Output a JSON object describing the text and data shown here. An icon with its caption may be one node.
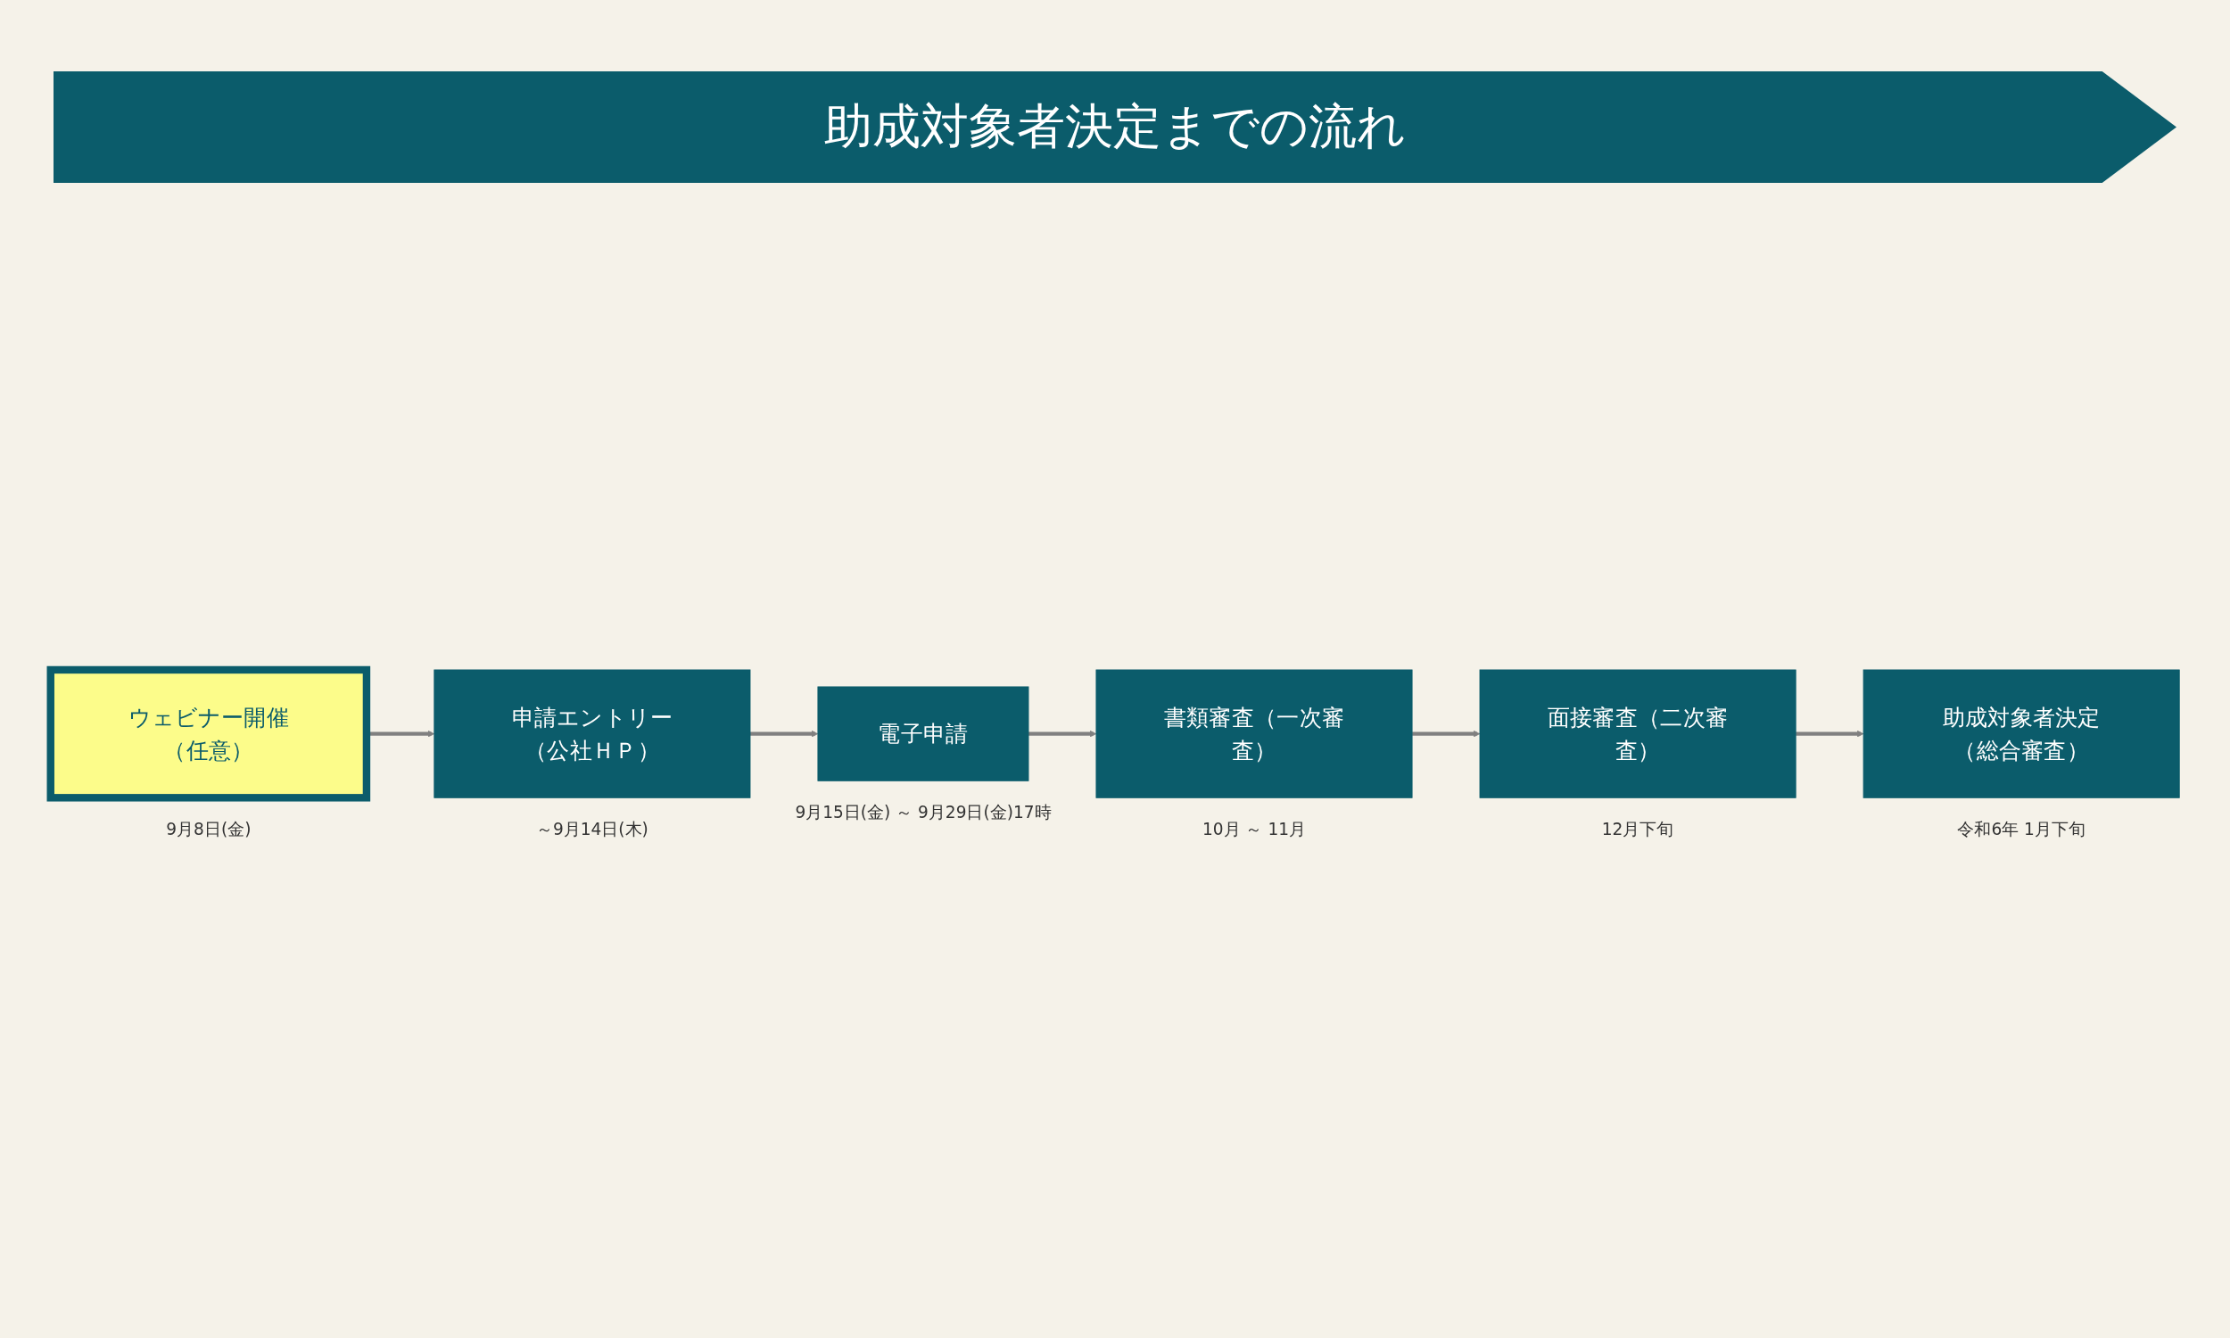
{
  "diagram": {
    "title": "助成対象者決定までの流れ",
    "nodes": [
      {
        "text": [
          "ウェビナー開催（任意）"
        ],
        "beside": [
          "9月8日(金)"
        ]
      },
      {
        "text": [
          "申請エントリー（公社ＨＰ）"
        ],
        "beside": [
          "～9月14日(木)"
        ]
      },
      {
        "text": [
          "電子申請"
        ],
        "beside": [
          "9月15日(金) ～ 9月29日(金)17時"
        ]
      },
      {
        "text": [
          "書類審査（一次審査）"
        ],
        "beside": [
          "10月 ～ 11月"
        ]
      },
      {
        "text": [
          "面接審査（二次審査）"
        ],
        "beside": [
          "12月下旬"
        ]
      },
      {
        "text": [
          "助成対象者決定（総合審査）"
        ],
        "beside": [
          "令和6年 1月下旬"
        ]
      }
    ],
    "edges": [
      {
        "from": 0,
        "to": 1,
        "arrow": "to"
      },
      {
        "from": 1,
        "to": 2,
        "arrow": "to"
      },
      {
        "from": 2,
        "to": 3,
        "arrow": "to"
      },
      {
        "from": 3,
        "to": 4,
        "arrow": "to"
      },
      {
        "from": 4,
        "to": 5,
        "arrow": "to"
      }
    ]
  }
}
